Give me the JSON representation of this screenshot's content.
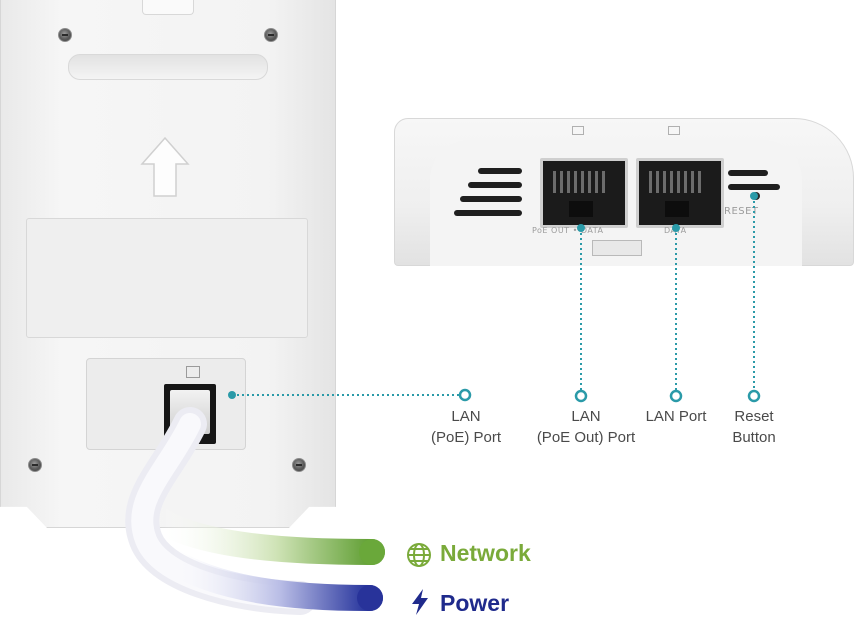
{
  "device": {
    "front_port_labels": {
      "poe_out": "PoE OUT • DATA",
      "data": "DATA",
      "reset": "RESET"
    }
  },
  "callouts": [
    {
      "id": "lan-poe",
      "text": "LAN\n(PoE) Port"
    },
    {
      "id": "lan-poe-out",
      "text": "LAN\n(PoE Out) Port"
    },
    {
      "id": "lan",
      "text": "LAN Port"
    },
    {
      "id": "reset",
      "text": "Reset\nButton"
    }
  ],
  "legend": {
    "network": {
      "label": "Network",
      "icon": "globe-icon",
      "color": "#7aaa3a"
    },
    "power": {
      "label": "Power",
      "icon": "lightning-bolt-icon",
      "color": "#1f2a8c"
    }
  },
  "colors": {
    "callout_line": "#2a9aa8",
    "network_cable": "#6aa83a",
    "power_cable": "#28339a"
  }
}
